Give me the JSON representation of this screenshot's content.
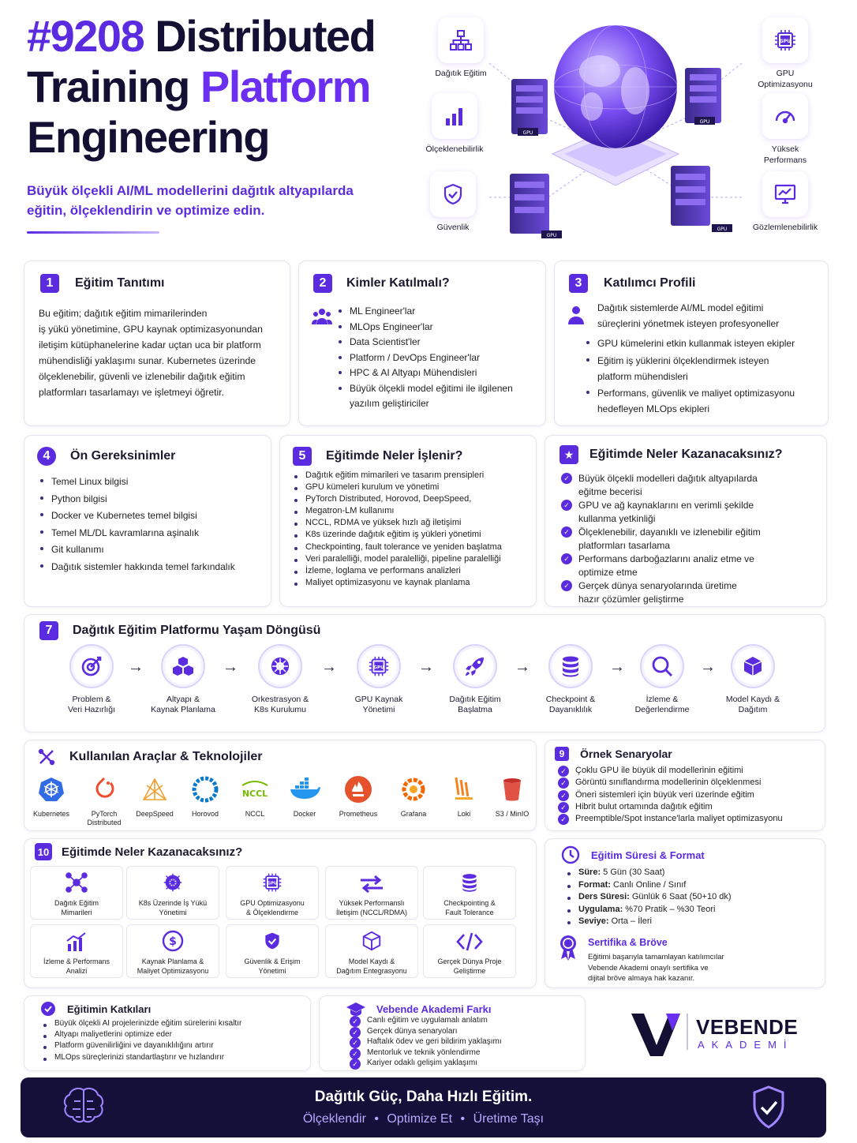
{
  "hero": {
    "title_num": "#9208",
    "title_l1": "Distributed",
    "title_l2a": "Training",
    "title_l2b": "Platform",
    "title_l3": "Engineering",
    "subtitle_l1": "Büyük ölçekli AI/ML modellerini dağıtık altyapılarda",
    "subtitle_l2": "eğitin, ölçeklendirin ve optimize edin."
  },
  "features": [
    {
      "label": "Dağıtık Eğitim",
      "icon": "hierarchy-icon"
    },
    {
      "label": "Ölçeklenebilirlik",
      "icon": "bar-chart-icon"
    },
    {
      "label": "Güvenlik",
      "icon": "shield-check-icon"
    },
    {
      "label": "GPU Optimizasyonu",
      "icon": "gpu-chip-icon"
    },
    {
      "label": "Yüksek Performans",
      "icon": "gauge-icon"
    },
    {
      "label": "Gözlemlenebilirlik",
      "icon": "monitor-chart-icon"
    }
  ],
  "illustration": {
    "gpu_tag": "GPU"
  },
  "s1": {
    "num": "1",
    "title": "Eğitim Tanıtımı",
    "lines": [
      "Bu eğitim; dağıtık eğitim mimarilerinden",
      "iş yükü yönetimine, GPU kaynak optimizasyonundan",
      "iletişim kütüphanelerine kadar uçtan uca bir platform",
      "mühendisliği yaklaşımı sunar. Kubernetes üzerinde",
      "ölçeklenebilir, güvenli ve izlenebilir dağıtık eğitim",
      "platformları tasarlamayı ve işletmeyi öğretir."
    ]
  },
  "s2": {
    "num": "2",
    "title": "Kimler Katılmalı?",
    "items": [
      "ML Engineer'lar",
      "MLOps Engineer'lar",
      "Data Scientist'ler",
      "Platform / DevOps Engineer'lar",
      "HPC & AI Altyapı Mühendisleri",
      "Büyük ölçekli model eğitimi ile ilgilenen",
      "yazılım geliştiriciler"
    ]
  },
  "s3": {
    "num": "3",
    "title": "Katılımcı Profili",
    "intro1": "Dağıtık sistemlerde AI/ML model eğitimi",
    "intro2": "süreçlerini yönetmek isteyen profesyoneller",
    "items": [
      "GPU kümelerini etkin kullanmak isteyen ekipler",
      "Eğitim iş yüklerini ölçeklendirmek isteyen",
      "platform mühendisleri",
      "Performans, güvenlik ve maliyet optimizasyonu",
      "hedefleyen MLOps ekipleri"
    ]
  },
  "s4": {
    "num": "4",
    "title": "Ön Gereksinimler",
    "items": [
      "Temel Linux bilgisi",
      "Python bilgisi",
      "Docker ve Kubernetes temel bilgisi",
      "Temel ML/DL kavramlarına aşinalık",
      "Git kullanımı",
      "Dağıtık sistemler hakkında temel farkındalık"
    ]
  },
  "s5": {
    "num": "5",
    "title": "Eğitimde Neler İşlenir?",
    "items": [
      "Dağıtık eğitim mimarileri ve tasarım prensipleri",
      "GPU kümeleri kurulum ve yönetimi",
      "PyTorch Distributed, Horovod, DeepSpeed,",
      "Megatron-LM kullanımı",
      "NCCL, RDMA ve yüksek hızlı ağ iletişimi",
      "K8s üzerinde dağıtık eğitim iş yükleri yönetimi",
      "Checkpointing, fault tolerance ve yeniden başlatma",
      "Veri paralelliği, model paralelliği, pipeline paralelliği",
      "İzleme, loglama ve performans analizleri",
      "Maliyet optimizasyonu ve kaynak planlama"
    ]
  },
  "s6": {
    "num": "★",
    "title": "Eğitimde Neler Kazanacaksınız?",
    "items": [
      [
        "Büyük ölçekli modelleri dağıtık altyapılarda",
        "eğitme becerisi"
      ],
      [
        "GPU ve ağ kaynaklarını en verimli şekilde",
        "kullanma yetkinliği"
      ],
      [
        "Ölçeklenebilir, dayanıklı ve izlenebilir eğitim",
        "platformları tasarlama"
      ],
      [
        "Performans darboğazlarını analiz etme ve",
        "optimize etme"
      ],
      [
        "Gerçek dünya senaryolarında üretime",
        "hazır çözümler geliştirme"
      ]
    ]
  },
  "s7": {
    "num": "7",
    "title": "Dağıtık Eğitim Platformu Yaşam Döngüsü",
    "steps": [
      {
        "l1": "Problem &",
        "l2": "Veri Hazırlığı",
        "icon": "target-icon"
      },
      {
        "l1": "Altyapı &",
        "l2": "Kaynak Planlama",
        "icon": "cubes-icon"
      },
      {
        "l1": "Orkestrasyon &",
        "l2": "K8s Kurulumu",
        "icon": "helm-icon"
      },
      {
        "l1": "GPU Kaynak",
        "l2": "Yönetimi",
        "icon": "gpu-chip-icon"
      },
      {
        "l1": "Dağıtık Eğitim",
        "l2": "Başlatma",
        "icon": "rocket-icon"
      },
      {
        "l1": "Checkpoint &",
        "l2": "Dayanıklılık",
        "icon": "database-icon"
      },
      {
        "l1": "İzleme &",
        "l2": "Değerlendirme",
        "icon": "magnifier-icon"
      },
      {
        "l1": "Model Kaydı &",
        "l2": "Dağıtım",
        "icon": "box-icon"
      }
    ]
  },
  "s8": {
    "title": "Kullanılan Araçlar & Teknolojiler",
    "tools": [
      {
        "l1": "Kubernetes",
        "l2": "",
        "icon": "kubernetes-icon"
      },
      {
        "l1": "PyTorch",
        "l2": "Distributed",
        "icon": "pytorch-icon"
      },
      {
        "l1": "DeepSpeed",
        "l2": "",
        "icon": "deepspeed-icon"
      },
      {
        "l1": "Horovod",
        "l2": "",
        "icon": "horovod-icon"
      },
      {
        "l1": "NCCL",
        "l2": "",
        "icon": "nccl-icon"
      },
      {
        "l1": "Docker",
        "l2": "",
        "icon": "docker-icon"
      },
      {
        "l1": "Prometheus",
        "l2": "",
        "icon": "prometheus-icon"
      },
      {
        "l1": "Grafana",
        "l2": "",
        "icon": "grafana-icon"
      },
      {
        "l1": "Loki",
        "l2": "",
        "icon": "loki-icon"
      },
      {
        "l1": "S3 / MinIO",
        "l2": "",
        "icon": "bucket-icon"
      }
    ]
  },
  "s9": {
    "num": "9",
    "title": "Örnek Senaryolar",
    "items": [
      "Çoklu GPU ile büyük dil modellerinin eğitimi",
      "Görüntü sınıflandırma modellerinin ölçeklenmesi",
      "Öneri sistemleri için büyük veri üzerinde eğitim",
      "Hibrit bulut ortamında dağıtık eğitim",
      "Preemptible/Spot instance'larla maliyet optimizasyonu"
    ]
  },
  "s10": {
    "num": "10",
    "title": "Eğitimde Neler Kazanacaksınız?",
    "cells": [
      {
        "l1": "Dağıtık Eğitim",
        "l2": "Mimarileri",
        "icon": "network-nodes-icon"
      },
      {
        "l1": "K8s Üzerinde İş Yükü",
        "l2": "Yönetimi",
        "icon": "helm-icon"
      },
      {
        "l1": "GPU Optimizasyonu",
        "l2": "& Ölçeklendirme",
        "icon": "gpu-chip-icon"
      },
      {
        "l1": "Yüksek Performanslı",
        "l2": "İletişim (NCCL/RDMA)",
        "icon": "swap-arrows-icon"
      },
      {
        "l1": "Checkpointing &",
        "l2": "Fault Tolerance",
        "icon": "database-icon"
      },
      {
        "l1": "İzleme & Performans",
        "l2": "Analizi",
        "icon": "trend-chart-icon"
      },
      {
        "l1": "Kaynak Planlama &",
        "l2": "Maliyet Optimizasyonu",
        "icon": "dollar-icon"
      },
      {
        "l1": "Güvenlik & Erişim",
        "l2": "Yönetimi",
        "icon": "shield-check-icon"
      },
      {
        "l1": "Model Kaydı &",
        "l2": "Dağıtım Entegrasyonu",
        "icon": "box-icon"
      },
      {
        "l1": "Gerçek Dünya Proje",
        "l2": "Geliştirme",
        "icon": "code-icon"
      }
    ]
  },
  "duration": {
    "title": "Eğitim Süresi & Format",
    "rows": [
      {
        "k": "Süre:",
        "v": " 5 Gün (30 Saat)"
      },
      {
        "k": "Format:",
        "v": " Canlı Online / Sınıf"
      },
      {
        "k": "Ders Süresi:",
        "v": " Günlük 6 Saat (50+10 dk)"
      },
      {
        "k": "Uygulama:",
        "v": " %70 Pratik – %30 Teori"
      },
      {
        "k": "Seviye:",
        "v": " Orta – İleri"
      }
    ],
    "cert_title": "Sertifika & Bröve",
    "cert_lines": [
      "Eğitimi başarıyla tamamlayan katılımcılar",
      "Vebende Akademi onaylı sertifika ve",
      "dijital bröve almaya hak kazanır."
    ]
  },
  "contrib": {
    "title": "Eğitimin Katkıları",
    "items": [
      "Büyük ölçekli AI projelerinizde eğitim sürelerini kısaltır",
      "Altyapı maliyetlerini optimize eder",
      "Platform güvenilirliğini ve dayanıklılığını artırır",
      "MLOps süreçlerinizi standartlaştırır ve hızlandırır"
    ]
  },
  "diff": {
    "title": "Vebende Akademi Farkı",
    "items": [
      "Canlı eğitim ve uygulamalı anlatım",
      "Gerçek dünya senaryoları",
      "Haftalık ödev ve geri bildirim yaklaşımı",
      "Mentorluk ve teknik yönlendirme",
      "Kariyer odaklı gelişim yaklaşımı"
    ]
  },
  "brand": {
    "name": "VEBENDE",
    "sub": "AKADEMİ"
  },
  "footer": {
    "line1": "Dağıtık Güç, Daha Hızlı Eğitim.",
    "w1": "Ölçeklendir",
    "w2": "Optimize Et",
    "w3": "Üretime Taşı",
    "sep": "•"
  },
  "colors": {
    "accent": "#5b2be0",
    "dark": "#141033",
    "footer_bg": "#15103a"
  }
}
